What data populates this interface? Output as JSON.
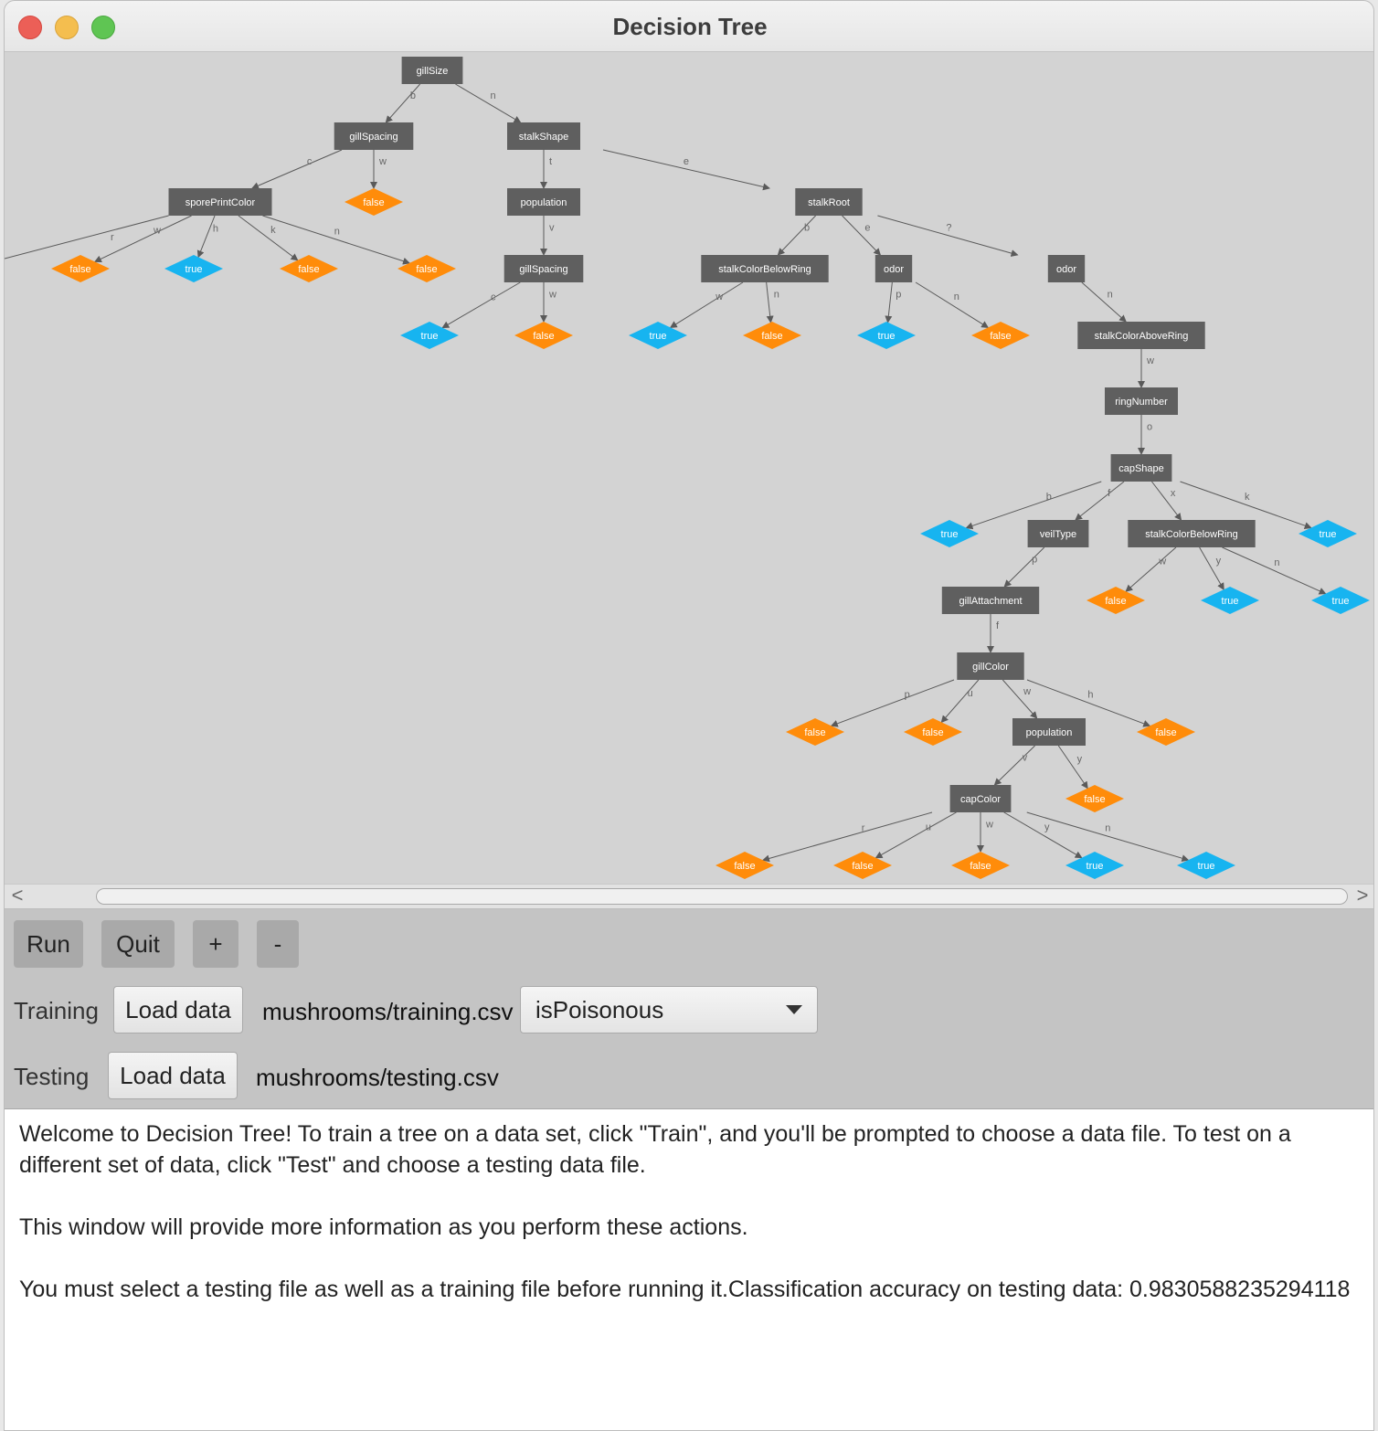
{
  "window": {
    "title": "Decision Tree"
  },
  "tree": {
    "nodes": [
      {
        "id": "n1",
        "label": "gillSize",
        "type": "attr"
      },
      {
        "id": "n2",
        "label": "gillSpacing",
        "type": "attr"
      },
      {
        "id": "n3",
        "label": "stalkShape",
        "type": "attr"
      },
      {
        "id": "n4",
        "label": "sporePrintColor",
        "type": "attr"
      },
      {
        "id": "n5",
        "label": "false",
        "type": "false"
      },
      {
        "id": "n6",
        "label": "population",
        "type": "attr"
      },
      {
        "id": "n7",
        "label": "stalkRoot",
        "type": "attr"
      },
      {
        "id": "n8",
        "label": "false",
        "type": "false"
      },
      {
        "id": "n9",
        "label": "true",
        "type": "true"
      },
      {
        "id": "n10",
        "label": "false",
        "type": "false"
      },
      {
        "id": "n11",
        "label": "false",
        "type": "false"
      },
      {
        "id": "n12",
        "label": "gillSpacing",
        "type": "attr"
      },
      {
        "id": "n13",
        "label": "stalkColorBelowRing",
        "type": "attr"
      },
      {
        "id": "n14",
        "label": "odor",
        "type": "attr"
      },
      {
        "id": "n15",
        "label": "odor",
        "type": "attr"
      },
      {
        "id": "n16",
        "label": "true",
        "type": "true"
      },
      {
        "id": "n17",
        "label": "false",
        "type": "false"
      },
      {
        "id": "n18",
        "label": "true",
        "type": "true"
      },
      {
        "id": "n19",
        "label": "false",
        "type": "false"
      },
      {
        "id": "n20",
        "label": "true",
        "type": "true"
      },
      {
        "id": "n21",
        "label": "false",
        "type": "false"
      },
      {
        "id": "n22",
        "label": "stalkColorAboveRing",
        "type": "attr"
      },
      {
        "id": "n23",
        "label": "ringNumber",
        "type": "attr"
      },
      {
        "id": "n24",
        "label": "capShape",
        "type": "attr"
      },
      {
        "id": "n25",
        "label": "true",
        "type": "true"
      },
      {
        "id": "n26",
        "label": "veilType",
        "type": "attr"
      },
      {
        "id": "n27",
        "label": "stalkColorBelowRing",
        "type": "attr"
      },
      {
        "id": "n28",
        "label": "true",
        "type": "true"
      },
      {
        "id": "n29",
        "label": "gillAttachment",
        "type": "attr"
      },
      {
        "id": "n30",
        "label": "false",
        "type": "false"
      },
      {
        "id": "n31",
        "label": "true",
        "type": "true"
      },
      {
        "id": "n32",
        "label": "true",
        "type": "true"
      },
      {
        "id": "n33",
        "label": "gillColor",
        "type": "attr"
      },
      {
        "id": "n34",
        "label": "false",
        "type": "false"
      },
      {
        "id": "n35",
        "label": "false",
        "type": "false"
      },
      {
        "id": "n36",
        "label": "population",
        "type": "attr"
      },
      {
        "id": "n37",
        "label": "false",
        "type": "false"
      },
      {
        "id": "n38",
        "label": "capColor",
        "type": "attr"
      },
      {
        "id": "n39",
        "label": "false",
        "type": "false"
      },
      {
        "id": "n40",
        "label": "false",
        "type": "false"
      },
      {
        "id": "n41",
        "label": "false",
        "type": "false"
      },
      {
        "id": "n42",
        "label": "false",
        "type": "false"
      },
      {
        "id": "n43",
        "label": "true",
        "type": "true"
      },
      {
        "id": "n44",
        "label": "true",
        "type": "true"
      }
    ],
    "edges": [
      {
        "from": "n1",
        "to": "n2",
        "label": "b"
      },
      {
        "from": "n1",
        "to": "n3",
        "label": "n"
      },
      {
        "from": "n2",
        "to": "n4",
        "label": "c"
      },
      {
        "from": "n2",
        "to": "n5",
        "label": "w"
      },
      {
        "from": "n3",
        "to": "n6",
        "label": "t"
      },
      {
        "from": "n3",
        "to": "n7",
        "label": "e"
      },
      {
        "from": "n4",
        "to": "n8",
        "label": "w"
      },
      {
        "from": "n4",
        "to": "n9",
        "label": "h"
      },
      {
        "from": "n4",
        "to": "n10",
        "label": "k"
      },
      {
        "from": "n4",
        "to": "n11",
        "label": "n"
      },
      {
        "from": "n6",
        "to": "n12",
        "label": "v"
      },
      {
        "from": "n7",
        "to": "n13",
        "label": "b"
      },
      {
        "from": "n7",
        "to": "n14",
        "label": "e"
      },
      {
        "from": "n7",
        "to": "n15",
        "label": "?"
      },
      {
        "from": "n12",
        "to": "n16",
        "label": "c"
      },
      {
        "from": "n12",
        "to": "n17",
        "label": "w"
      },
      {
        "from": "n13",
        "to": "n18",
        "label": "w"
      },
      {
        "from": "n13",
        "to": "n19",
        "label": "n"
      },
      {
        "from": "n14",
        "to": "n20",
        "label": "p"
      },
      {
        "from": "n14",
        "to": "n21",
        "label": "n"
      },
      {
        "from": "n15",
        "to": "n22",
        "label": "n"
      },
      {
        "from": "n22",
        "to": "n23",
        "label": "w"
      },
      {
        "from": "n23",
        "to": "n24",
        "label": "o"
      },
      {
        "from": "n24",
        "to": "n25",
        "label": "b"
      },
      {
        "from": "n24",
        "to": "n26",
        "label": "f"
      },
      {
        "from": "n24",
        "to": "n27",
        "label": "x"
      },
      {
        "from": "n24",
        "to": "n28",
        "label": "k"
      },
      {
        "from": "n26",
        "to": "n29",
        "label": "p"
      },
      {
        "from": "n27",
        "to": "n30",
        "label": "w"
      },
      {
        "from": "n27",
        "to": "n31",
        "label": "y"
      },
      {
        "from": "n27",
        "to": "n32",
        "label": "n"
      },
      {
        "from": "n29",
        "to": "n33",
        "label": "f"
      },
      {
        "from": "n33",
        "to": "n34",
        "label": "p"
      },
      {
        "from": "n33",
        "to": "n35",
        "label": "u"
      },
      {
        "from": "n33",
        "to": "n36",
        "label": "w"
      },
      {
        "from": "n33",
        "to": "n37",
        "label": "h"
      },
      {
        "from": "n36",
        "to": "n38",
        "label": "v"
      },
      {
        "from": "n36",
        "to": "n39",
        "label": "y"
      },
      {
        "from": "n38",
        "to": "n40",
        "label": "r"
      },
      {
        "from": "n38",
        "to": "n41",
        "label": "u"
      },
      {
        "from": "n38",
        "to": "n42",
        "label": "w"
      },
      {
        "from": "n38",
        "to": "n43",
        "label": "y"
      },
      {
        "from": "n38",
        "to": "n44",
        "label": "n"
      }
    ],
    "offscreen_edge_label": "r",
    "colors": {
      "attr": "#5f5f5f",
      "false": "#ff8c0a",
      "true": "#17b4f0",
      "edge": "#5a5a5a"
    }
  },
  "scrollbar": {
    "left_arrow": "<",
    "right_arrow": ">"
  },
  "controls": {
    "run_label": "Run",
    "quit_label": "Quit",
    "zoom_in_label": "+",
    "zoom_out_label": "-",
    "training_label": "Training",
    "training_load_label": "Load data",
    "training_file": "mushrooms/training.csv",
    "target_select_value": "isPoisonous",
    "testing_label": "Testing",
    "testing_load_label": "Load data",
    "testing_file": "mushrooms/testing.csv"
  },
  "output": {
    "para1": "Welcome to Decision Tree! To train a tree on a data set, click \"Train\", and you'll be prompted to choose a data file. To test on a different set of data, click \"Test\" and choose a testing data file.",
    "para2": "This window will provide more information as you perform these actions.",
    "para3": "You must select a testing file as well as a training file before running it.Classification accuracy on testing data: 0.9830588235294118"
  }
}
